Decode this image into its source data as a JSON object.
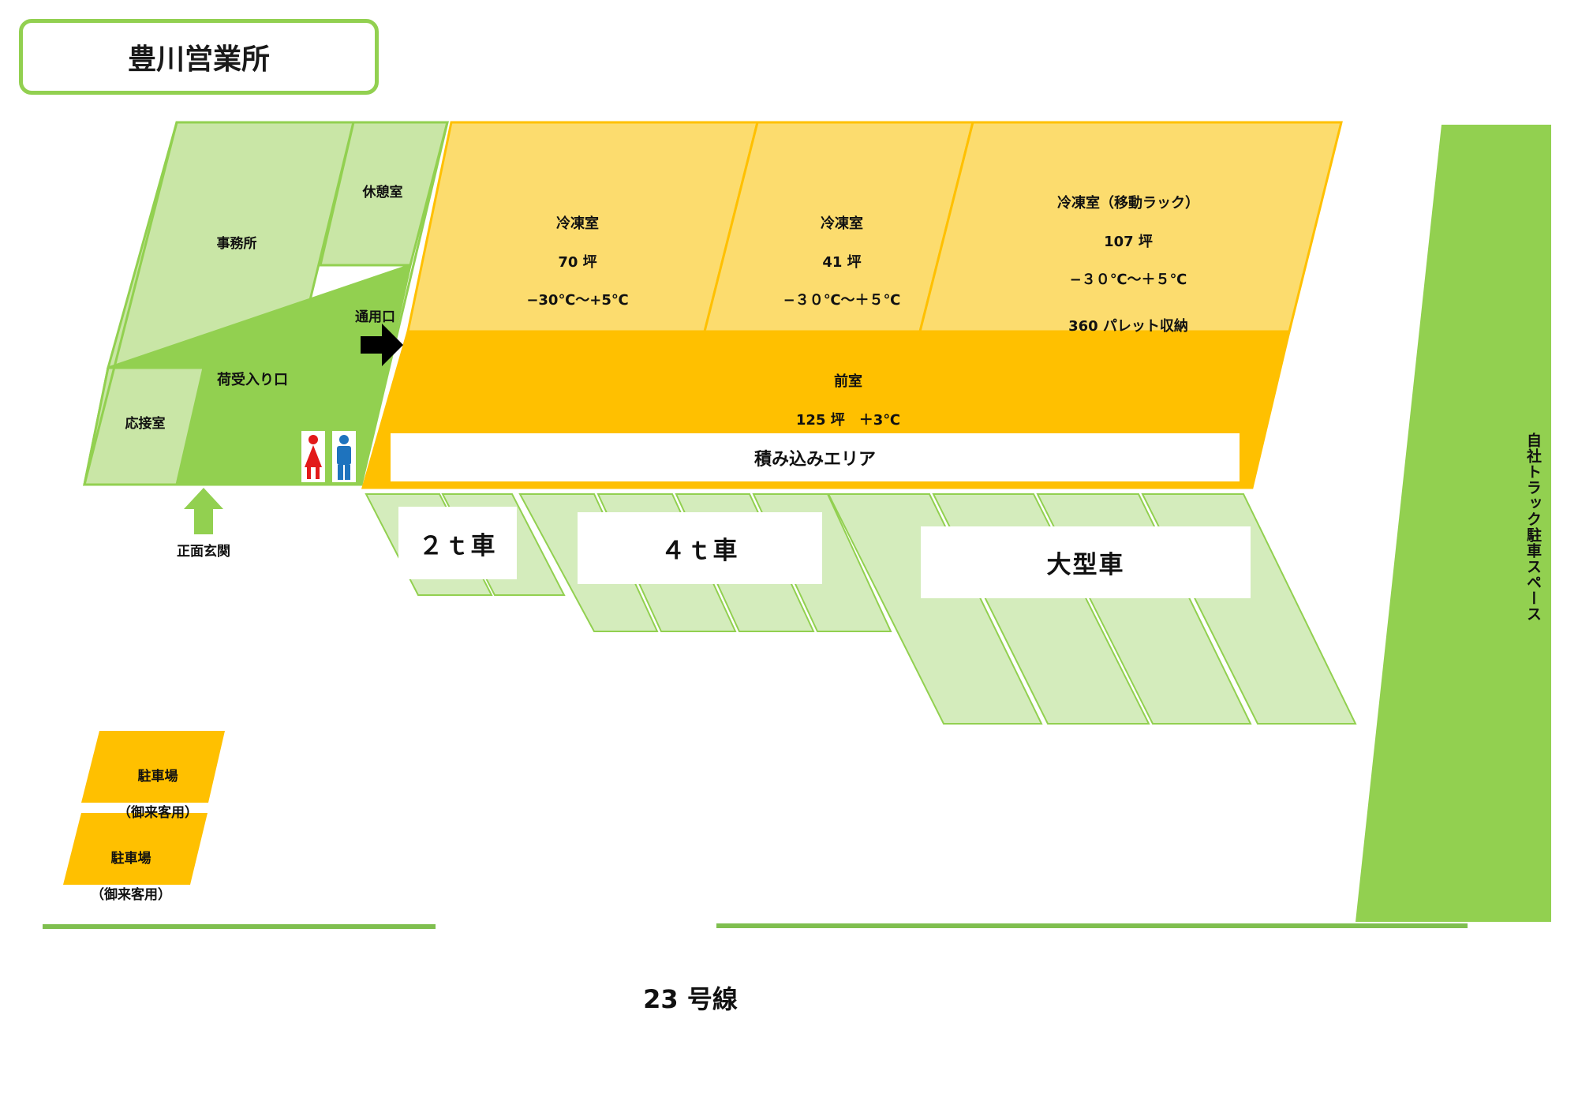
{
  "title": "豊川営業所",
  "rooms": {
    "office": "事務所",
    "rest_room": "休憩室",
    "reception_room": "応接室",
    "receiving_entrance": "荷受入り口",
    "service_door": "通用口",
    "front_entrance": "正面玄関"
  },
  "freezers": [
    {
      "name": "冷凍室",
      "area": "70 坪",
      "temp": "−30℃〜+5℃",
      "note": ""
    },
    {
      "name": "冷凍室",
      "area": "41 坪",
      "temp": "−３０℃〜＋５℃",
      "note": ""
    },
    {
      "name": "冷凍室（移動ラック）",
      "area": "107 坪",
      "temp": "−３０℃〜＋５℃",
      "note": "360 パレット収納"
    }
  ],
  "anteroom": {
    "name": "前室",
    "spec": "125 坪　＋3℃"
  },
  "loading_area": "積み込みエリア",
  "truck_bays": {
    "small": "２ｔ車",
    "medium": "４ｔ車",
    "large": "大型車"
  },
  "guest_parking": [
    {
      "line1": "駐車場",
      "line2": "（御来客用）"
    },
    {
      "line1": "駐車場",
      "line2": "（御来客用）"
    }
  ],
  "company_truck_parking": "自社トラック駐車スペース",
  "road": "23 号線",
  "colors": {
    "office_light": "#c9e6a6",
    "office_mid": "#92d050",
    "freezer": "#fcdc6e",
    "freezer_border": "#ffc000",
    "anteroom": "#ffc000",
    "bay_fill": "#d4ecbc",
    "bay_border": "#92d050",
    "truck_strip": "#92d050",
    "road_line": "#7fbf4f",
    "female_icon": "#e21a1a",
    "male_icon": "#1e73be"
  }
}
